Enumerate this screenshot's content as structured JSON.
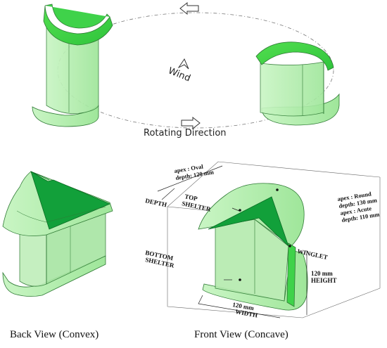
{
  "top": {
    "rotating_direction": "Rotating Direction",
    "wind": "Wind"
  },
  "back_view": {
    "caption": "Back View (Convex)"
  },
  "front_view": {
    "caption": "Front View (Concave)",
    "notes": {
      "oval_apex": "apex :  Oval",
      "oval_depth": "depth:  120 mm",
      "round_apex": "apex :  Round",
      "round_depth": "depth:  130 mm",
      "acute_apex": "apex :  Acute",
      "acute_depth": "depth:  110 mm"
    },
    "labels": {
      "top": "TOP",
      "shelter": "SHELTER",
      "depth": "DEPTH",
      "winglet": "WINGLET",
      "bottom": "BOTTOM",
      "bottom_shelter": "SHELTER",
      "height_value": "120 mm",
      "height": "HEIGHT",
      "width_value": "120 mm",
      "width": "WIDTH"
    }
  },
  "colors": {
    "green_bright": "#3fd24a",
    "green_light": "#b9f0b4",
    "green_dark": "#12a03a",
    "outline": "#2f7a35"
  }
}
